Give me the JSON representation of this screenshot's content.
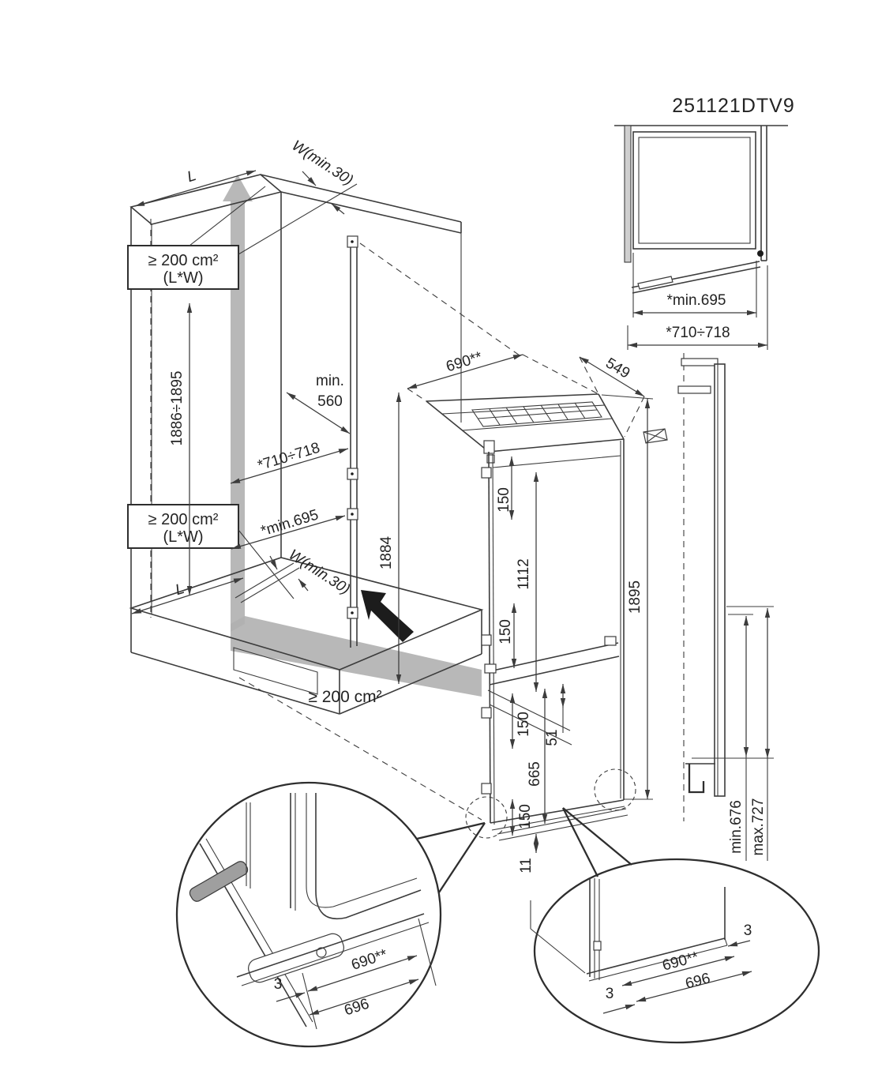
{
  "title": "251121DTV9",
  "colors": {
    "line": "#3c3c3c",
    "text": "#232323",
    "gray_fill": "#b0b0b0",
    "black_fill": "#1c1c1c",
    "background": "#ffffff"
  },
  "iso": {
    "dim_l_top": "L",
    "dim_w_top": "W(min.30)",
    "vent_top_line1": "≥ 200 cm²",
    "vent_top_line2": "(L*W)",
    "dim_niche_height": "1886÷1895",
    "dim_min560_line1": "min.",
    "dim_min560_line2": "560",
    "dim_710_718": "*710÷718",
    "vent_mid_line1": "≥ 200 cm²",
    "vent_mid_line2": "(L*W)",
    "dim_min695": "*min.695",
    "dim_w_bottom": "W(min.30)",
    "dim_l_bottom": "L",
    "dim_1884": "1884",
    "vent_floor": "≥ 200 cm²"
  },
  "front": {
    "dim_690": "690**",
    "dim_549": "549",
    "dim_150_top": "150",
    "dim_1112": "1112",
    "dim_1895": "1895",
    "dim_150_mid_upper": "150",
    "dim_150_mid_lower": "150",
    "dim_51": "51",
    "dim_665": "665",
    "dim_150_bottom": "150",
    "dim_11": "11"
  },
  "top": {
    "dim_min695": "*min.695",
    "dim_710_718": "*710÷718"
  },
  "side": {
    "dim_min676": "min.676",
    "dim_max727": "max.727"
  },
  "detail_left": {
    "dim_690": "690**",
    "dim_3": "3",
    "dim_696": "696"
  },
  "detail_right": {
    "dim_3_right": "3",
    "dim_690": "690**",
    "dim_696": "696",
    "dim_3_left": "3"
  }
}
